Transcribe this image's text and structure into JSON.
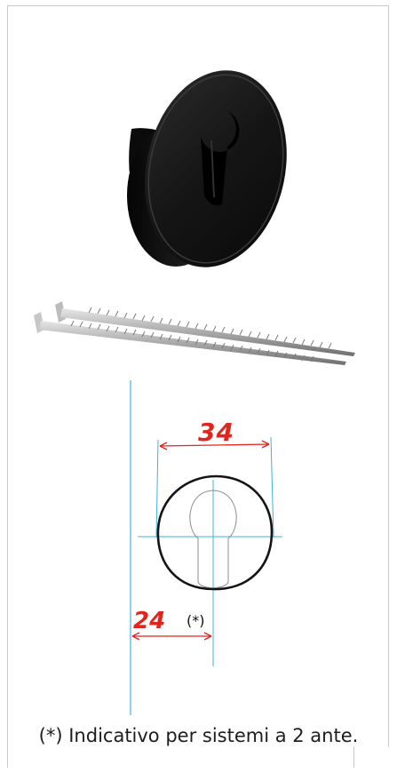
{
  "drawing": {
    "width_value": "34",
    "offset_value": "24",
    "offset_note": "(*)"
  },
  "caption": "(*) Indicativo per sistemi a 2 ante.",
  "colors": {
    "dimension_red": "#e0241e",
    "guide_blue": "#3fb3e0",
    "rosette_black": "#141414"
  }
}
